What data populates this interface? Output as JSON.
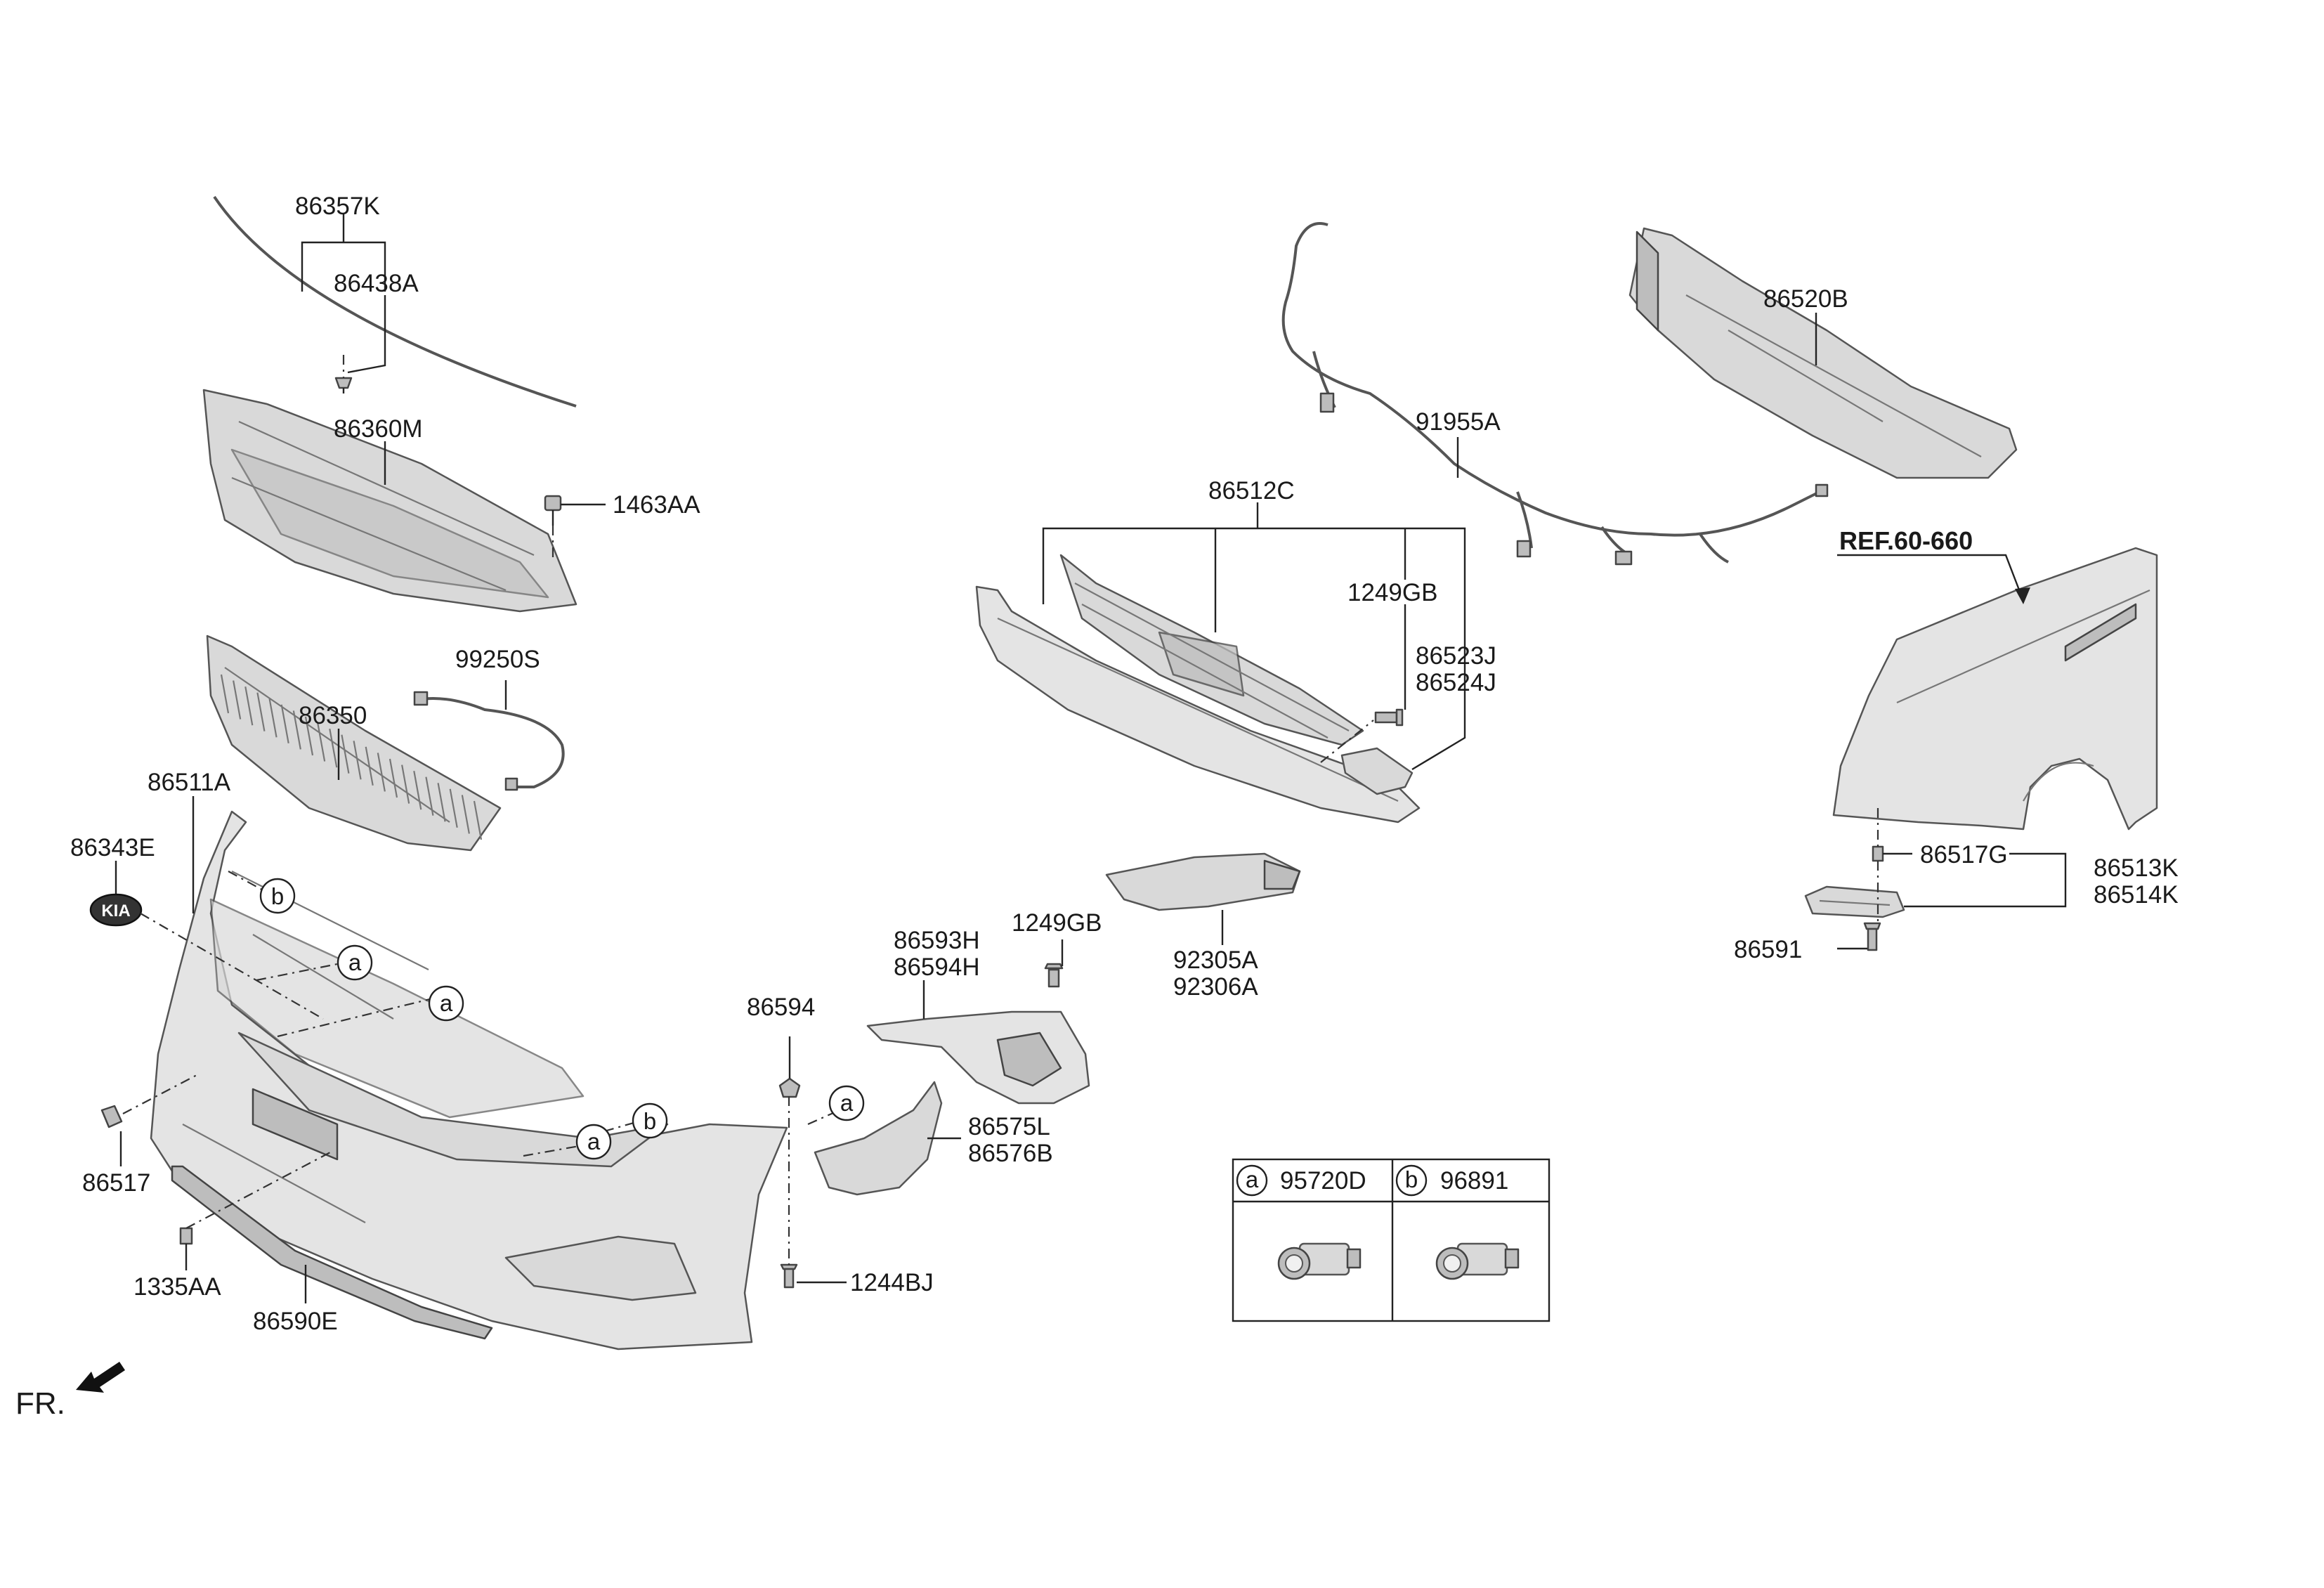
{
  "labels": {
    "p86357K": "86357K",
    "p86438A": "86438A",
    "p86360M": "86360M",
    "p1463AA": "1463AA",
    "p99250S": "99250S",
    "p86350": "86350",
    "p86511A": "86511A",
    "p86343E": "86343E",
    "p86517": "86517",
    "p1335AA": "1335AA",
    "p86590E": "86590E",
    "p86594": "86594",
    "p1244BJ": "1244BJ",
    "p86593H": "86593H",
    "p86594H": "86594H",
    "p1249GB_lower": "1249GB",
    "p86575L": "86575L",
    "p86576B": "86576B",
    "p92305A": "92305A",
    "p92306A": "92306A",
    "p86512C": "86512C",
    "p1249GB_upper": "1249GB",
    "p86523J": "86523J",
    "p86524J": "86524J",
    "p91955A": "91955A",
    "p86520B": "86520B",
    "ref": "REF.60-660",
    "p86517G": "86517G",
    "p86513K": "86513K",
    "p86514K": "86514K",
    "p86591": "86591",
    "fr": "FR."
  },
  "callouts": {
    "a": "a",
    "b": "b"
  },
  "legend": {
    "a_letter": "a",
    "a_part": "95720D",
    "b_letter": "b",
    "b_part": "96891"
  },
  "icons": [
    "parking-sensor-icon",
    "front-direction-arrow-icon",
    "kia-emblem-icon"
  ],
  "colors": {
    "part_fill": "#d9d9d9",
    "outline": "#555555",
    "text": "#1a1a1a"
  }
}
